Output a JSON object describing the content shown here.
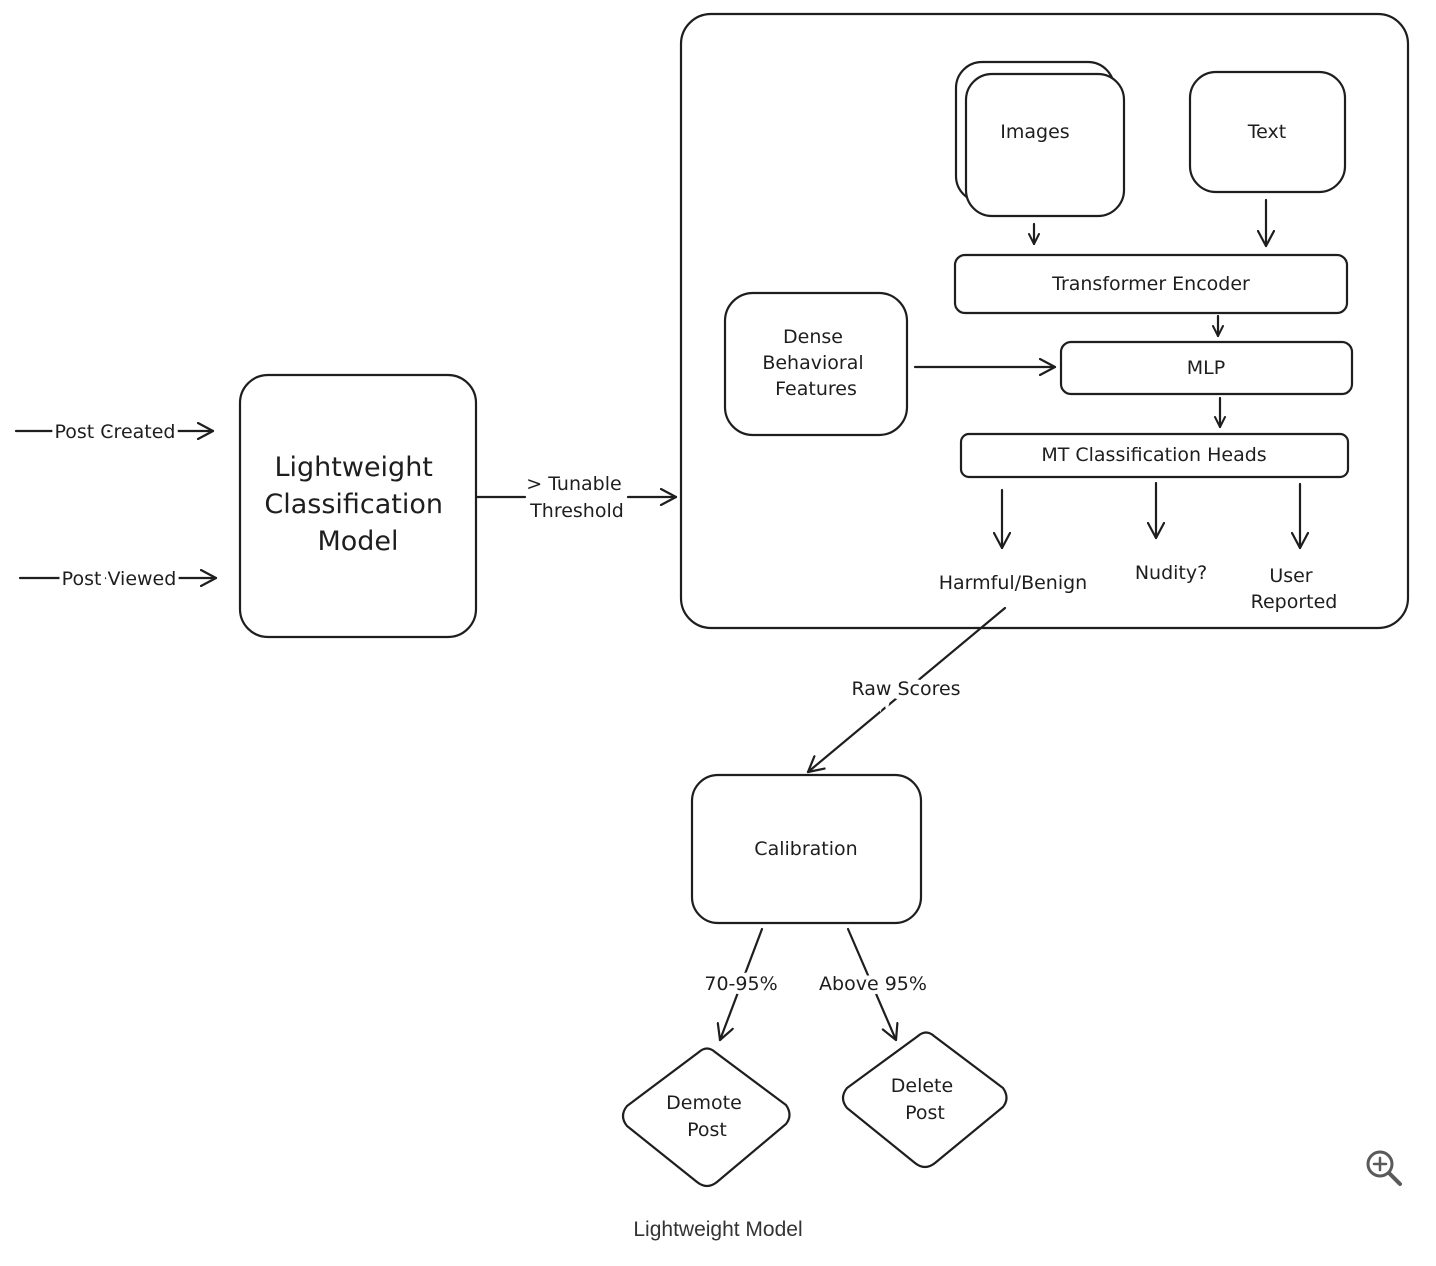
{
  "nodes": {
    "post_created": "Post Created",
    "post_viewed": "Post Viewed",
    "lightweight_model": [
      "Lightweight",
      "Classification",
      "Model"
    ],
    "threshold": [
      "> Tunable",
      "Threshold"
    ],
    "images": "Images",
    "text": "Text",
    "transformer_encoder": "Transformer Encoder",
    "dense_features": [
      "Dense",
      "Behavioral",
      "Features"
    ],
    "mlp": "MLP",
    "mt_heads": "MT Classification Heads",
    "harmful_benign": "Harmful/Benign",
    "nudity": "Nudity?",
    "user_reported": [
      "User",
      "Reported"
    ],
    "raw_scores": "Raw Scores",
    "calibration": "Calibration",
    "range_70_95": "70-95%",
    "above_95": "Above 95%",
    "demote_post": [
      "Demote",
      "Post"
    ],
    "delete_post": [
      "Delete",
      "Post"
    ]
  },
  "caption": "Lightweight Model",
  "zoom_icon": "zoom-in-icon"
}
